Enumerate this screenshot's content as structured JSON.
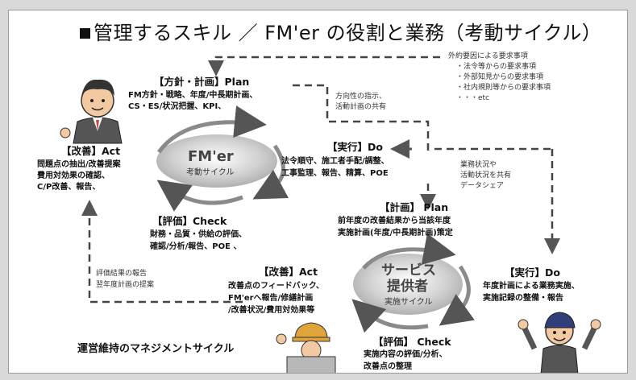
{
  "title": "管理するスキル ／ FM'er の役割と業務（考動サイクル）",
  "external": {
    "header": "外約要因による要求事項",
    "items": [
      "・法令等からの要求事項",
      "・外部知見からの要求事項",
      "・社内規則等からの要求事項",
      "・・・etc"
    ]
  },
  "fm_cycle": {
    "center_title": "FM'er",
    "center_sub": "考動サイクル",
    "plan": {
      "header": "【方針・計画】Plan",
      "lines": [
        "FM方針・戦略、年度/中長期計画、",
        "CS・ES/状況把握、KPI、"
      ]
    },
    "do": {
      "header": "【実行】Do",
      "lines": [
        "法令順守、施工者手配/調整、",
        "工事監理、報告、精算、POE"
      ]
    },
    "check": {
      "header": "【評価】Check",
      "lines": [
        "財務・品質・供給の評価、",
        "確認/分析/報告、POE 、"
      ]
    },
    "act": {
      "header": "【改善】Act",
      "lines": [
        "問題点の抽出/改善提案",
        "費用対効果の確認、",
        "C/P改善、報告、"
      ]
    }
  },
  "notes": {
    "direction": [
      "方向性の指示、",
      "活動計画の共有"
    ],
    "share": [
      "業務状況や",
      "活動状況を共有",
      "データシェア"
    ],
    "report": [
      "評価結果の報告",
      "翌年度計画の提案"
    ]
  },
  "service_cycle": {
    "center_title1": "サービス",
    "center_title2": "提供者",
    "center_sub": "実施サイクル",
    "plan": {
      "header": "【計画】 Plan",
      "lines": [
        "前年度の改善結果から当該年度",
        "実施計画(年度/中長期計画)策定"
      ]
    },
    "do": {
      "header": "【実行】Do",
      "lines": [
        "年度計画による業務実施、",
        "実施記録の整備・報告"
      ]
    },
    "check": {
      "header": "【評価】 Check",
      "lines": [
        "実施内容の評価/分析、",
        "改善点の整理"
      ]
    },
    "act": {
      "header": "【改善】Act",
      "lines": [
        "改善点のフィードバック、",
        "FM'erへ報告/修繕計画",
        "/改善状況/費用対効果等"
      ]
    }
  },
  "footer": "運営維持のマネジメントサイクル",
  "colors": {
    "ellipse": "#b3b3b3",
    "arrow": "#555555",
    "dash": "#444444",
    "skin": "#f2c9a0"
  },
  "icons": [
    "manager-figure-icon",
    "worker-figure-icon",
    "worker-cheering-icon"
  ]
}
